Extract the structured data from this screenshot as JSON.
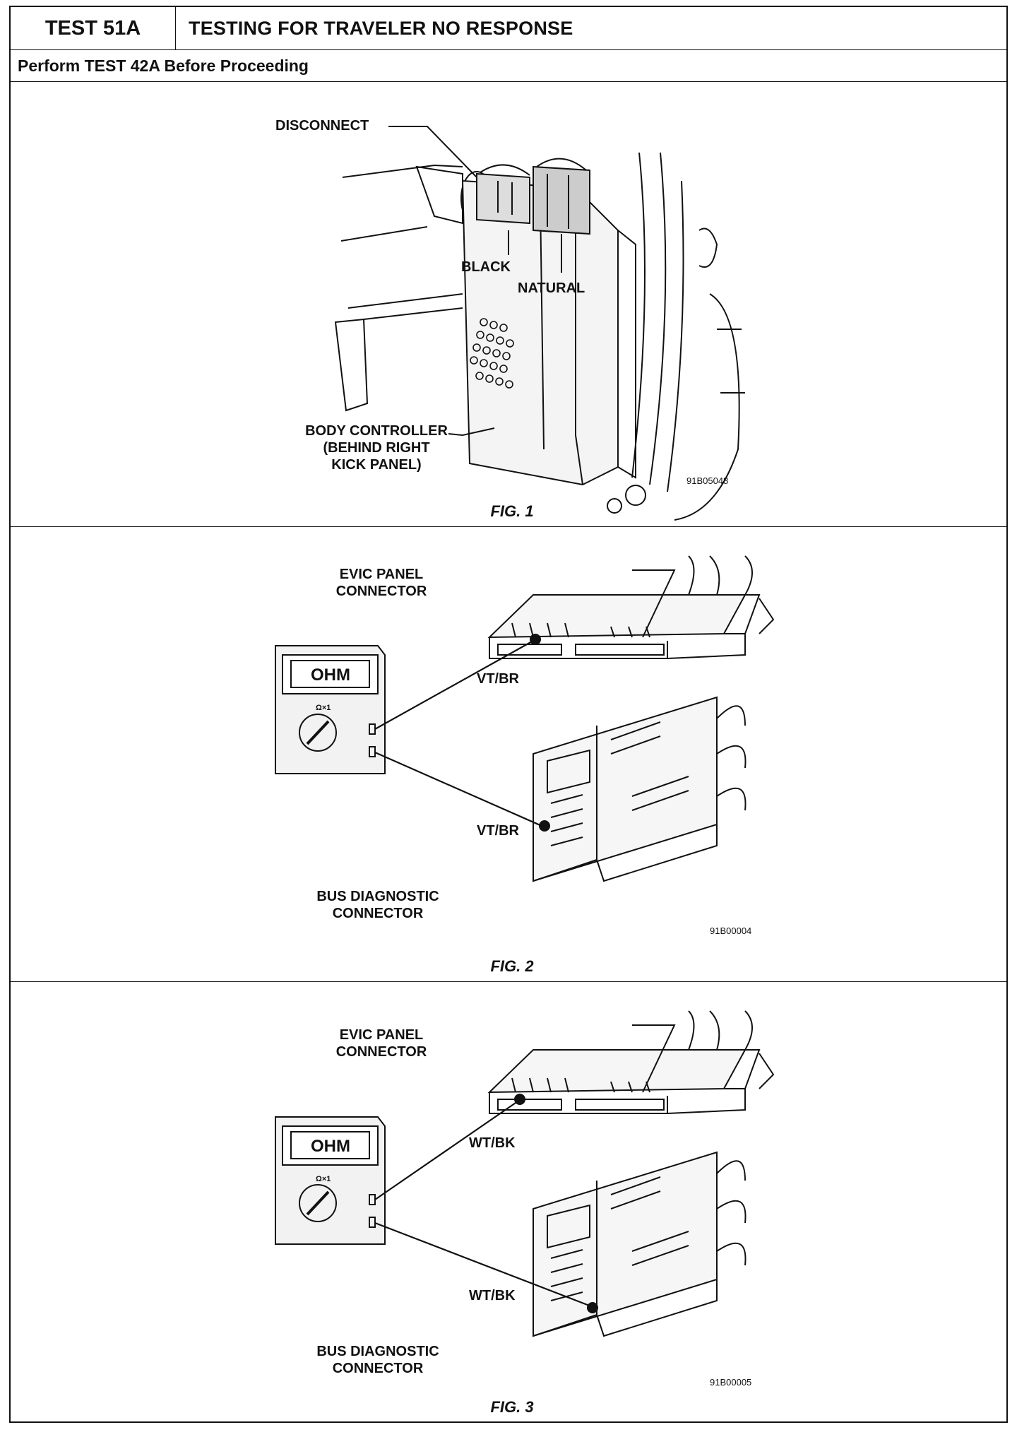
{
  "header": {
    "test_id": "TEST 51A",
    "title": "TESTING FOR TRAVELER NO RESPONSE",
    "subtitle": "Perform TEST 42A Before Proceeding"
  },
  "fig1": {
    "caption": "FIG. 1",
    "labels": {
      "disconnect": "DISCONNECT",
      "black": "BLACK",
      "natural": "NATURAL",
      "body_controller_1": "BODY CONTROLLER",
      "body_controller_2": "(BEHIND RIGHT",
      "body_controller_3": "KICK PANEL)"
    },
    "code": "91B05048"
  },
  "fig2": {
    "caption": "FIG. 2",
    "evic_1": "EVIC PANEL",
    "evic_2": "CONNECTOR",
    "meter_display": "OHM",
    "meter_range": "Ω×1",
    "wire_top": "VT/BR",
    "wire_bottom": "VT/BR",
    "bus_1": "BUS DIAGNOSTIC",
    "bus_2": "CONNECTOR",
    "code": "91B00004"
  },
  "fig3": {
    "caption": "FIG. 3",
    "evic_1": "EVIC PANEL",
    "evic_2": "CONNECTOR",
    "meter_display": "OHM",
    "meter_range": "Ω×1",
    "wire_top": "WT/BK",
    "wire_bottom": "WT/BK",
    "bus_1": "BUS DIAGNOSTIC",
    "bus_2": "CONNECTOR",
    "code": "91B00005"
  }
}
